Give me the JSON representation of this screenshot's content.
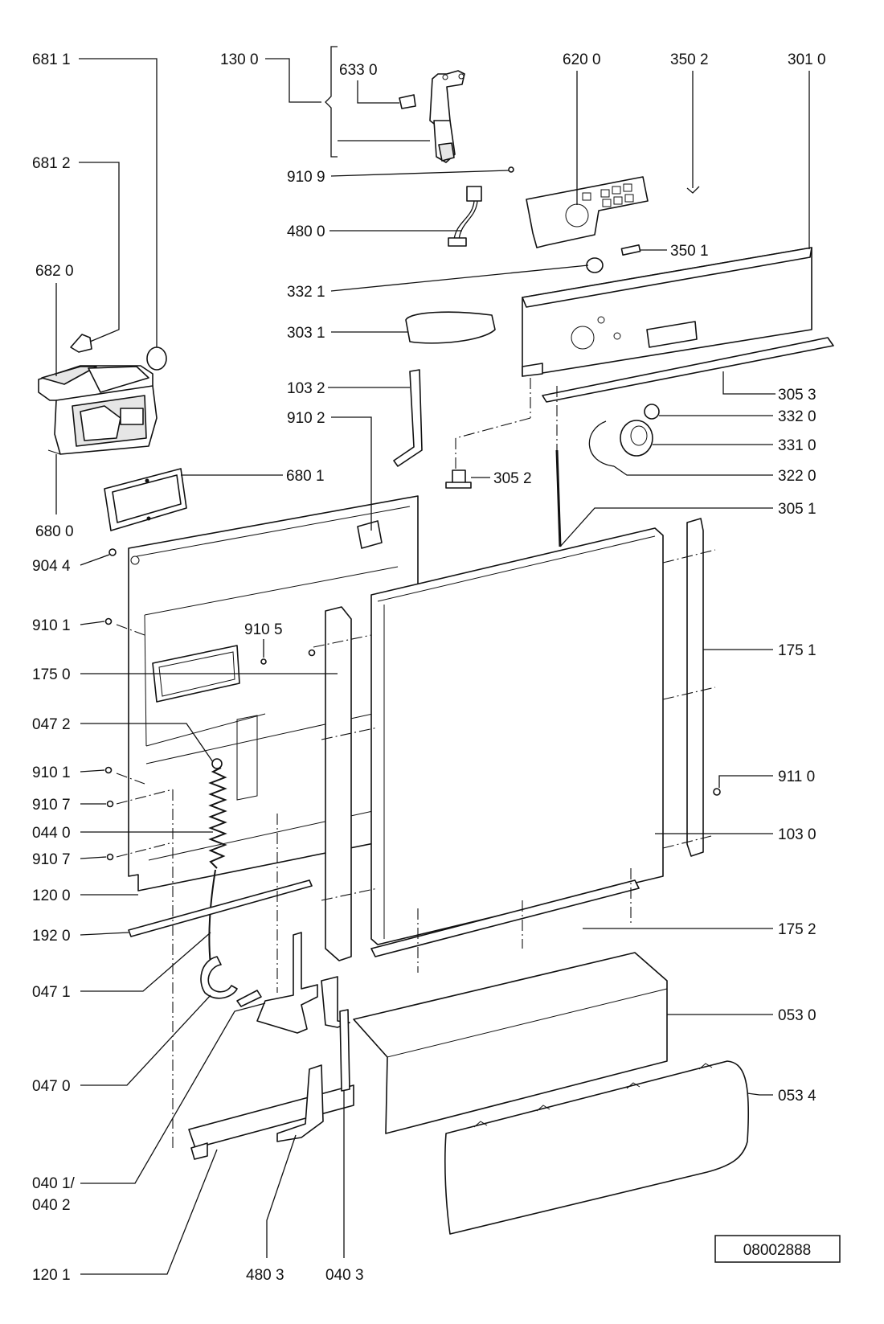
{
  "labels": {
    "l681_1": "681 1",
    "l130_0": "130 0",
    "l633_0": "633 0",
    "l620_0": "620 0",
    "l350_2": "350 2",
    "l301_0": "301 0",
    "l681_2": "681 2",
    "l910_9": "910 9",
    "l480_0": "480 0",
    "l350_1": "350 1",
    "l682_0": "682 0",
    "l332_1": "332 1",
    "l303_1": "303 1",
    "l103_2": "103 2",
    "l305_3": "305 3",
    "l910_2": "910 2",
    "l332_0": "332 0",
    "l331_0": "331 0",
    "l305_2": "305 2",
    "l322_0": "322 0",
    "l680_1": "680 1",
    "l680_0": "680 0",
    "l305_1": "305 1",
    "l904_4": "904 4",
    "l910_1a": "910 1",
    "l910_5": "910 5",
    "l175_1": "175 1",
    "l175_0": "175 0",
    "l047_2": "047 2",
    "l910_1b": "910 1",
    "l911_0": "911 0",
    "l910_7a": "910 7",
    "l044_0": "044 0",
    "l103_0": "103 0",
    "l910_7b": "910 7",
    "l120_0": "120 0",
    "l192_0": "192 0",
    "l175_2": "175 2",
    "l047_1": "047 1",
    "l053_0": "053 0",
    "l047_0": "047 0",
    "l053_4": "053 4",
    "l040_1": "040 1/",
    "l040_2": "040 2",
    "l120_1": "120 1",
    "l480_3": "480 3",
    "l040_3": "040 3"
  },
  "reference_number": "08002888"
}
